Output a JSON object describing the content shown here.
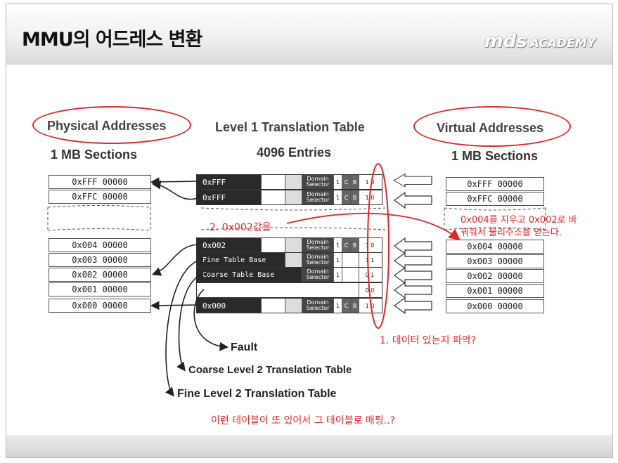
{
  "header": {
    "title": "MMU의 어드레스 변환",
    "brand_main": "mds",
    "brand_sub": "ACADEMY"
  },
  "physical": {
    "title": "Physical Addresses",
    "subtitle": "1 MB Sections",
    "top_rows": [
      "0xFFF 00000",
      "0xFFC 00000"
    ],
    "bottom_rows": [
      "0x004 00000",
      "0x003 00000",
      "0x002 00000",
      "0x001 00000",
      "0x000 00000"
    ]
  },
  "table": {
    "title": "Level 1 Translation Table",
    "subtitle": "4096 Entries",
    "domain_line1": "Domain",
    "domain_line2": "Selector",
    "rows": [
      {
        "base": "0xFFF",
        "b1": "1",
        "b2": "C",
        "b3": "B",
        "b4": "1 0"
      },
      {
        "base": "0xFFF",
        "b1": "1",
        "b2": "C",
        "b3": "B",
        "b4": "1 0"
      },
      {
        "base": "0x002",
        "b1": "1",
        "b2": "C",
        "b3": "B",
        "b4": "1 0"
      },
      {
        "base": "Fine Table Base",
        "b1": "1",
        "b2": "",
        "b3": "",
        "b4": "1 1"
      },
      {
        "base": "Coarse Table Base",
        "b1": "1",
        "b2": "",
        "b3": "",
        "b4": "0 1"
      },
      {
        "base": "",
        "b1": "",
        "b2": "",
        "b3": "",
        "b4": "0 0"
      },
      {
        "base": "0x000",
        "b1": "1",
        "b2": "C",
        "b3": "B",
        "b4": "1 0"
      }
    ]
  },
  "virtual": {
    "title": "Virtual Addresses",
    "subtitle": "1 MB Sections",
    "top_rows": [
      "0xFFF 00000",
      "0xFFC 00000"
    ],
    "bottom_rows": [
      "0x004 00000",
      "0x003 00000",
      "0x002 00000",
      "0x001 00000",
      "0x000 00000"
    ]
  },
  "targets": {
    "fault": "Fault",
    "coarse": "Coarse Level 2 Translation Table",
    "fine": "Fine Level 2 Translation Table"
  },
  "annotations": {
    "note1": "1. 데이터 있는지 파악?",
    "note2": "2. 0x002값을",
    "note3_line1": "0x004를 지우고 0x002로 바",
    "note3_line2": "꿔줘서 물리주소를 얻는다.",
    "note4": "이런 테이블이 또 있어서 그 테이블로 매핑..?"
  },
  "colors": {
    "annotation_red": "#e0282c",
    "dark_cell": "#2a2a2a",
    "domain_cell": "#454545"
  }
}
